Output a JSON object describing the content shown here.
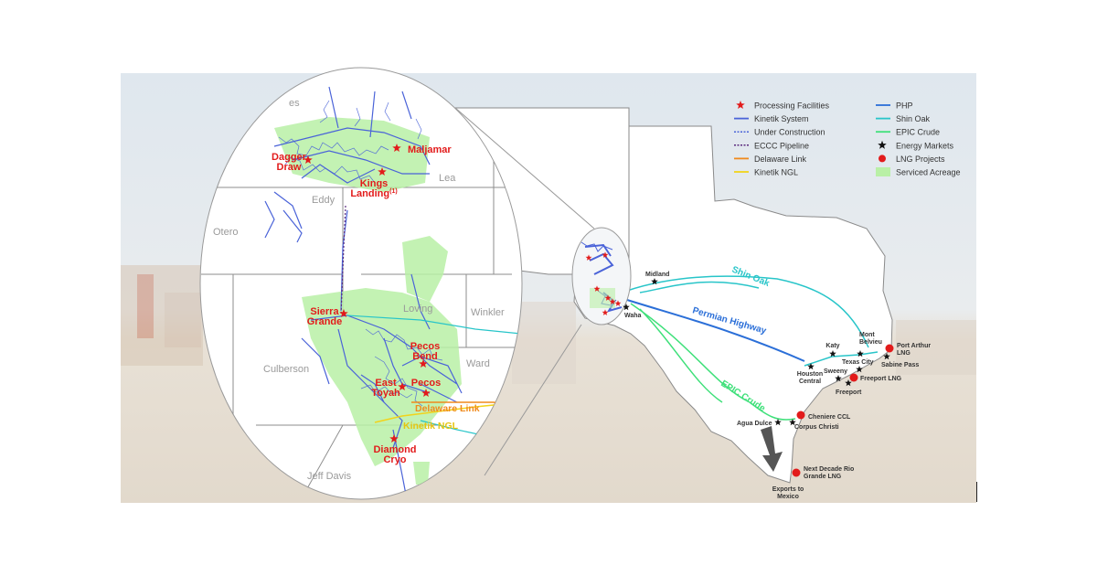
{
  "map": {
    "inset_facilities": [
      {
        "id": "maljamar",
        "label": "Maljamar"
      },
      {
        "id": "dagger-draw",
        "label": "Dagger\nDraw"
      },
      {
        "id": "kings-landing",
        "label": "Kings\nLanding",
        "sup": "(1)"
      },
      {
        "id": "sierra-grande",
        "label": "Sierra\nGrande"
      },
      {
        "id": "pecos-bend",
        "label": "Pecos\nBend"
      },
      {
        "id": "east-toyah",
        "label": "East\nToyah"
      },
      {
        "id": "pecos",
        "label": "Pecos"
      },
      {
        "id": "diamond-cryo",
        "label": "Diamond\nCryo"
      }
    ],
    "inset_line_labels": {
      "delaware_link": "Delaware Link",
      "kinetik_ngl": "Kinetik NGL"
    },
    "counties": [
      "Eddy",
      "Lea",
      "Otero",
      "Loving",
      "Winkler",
      "Culberson",
      "Ward",
      "Jeff Davis"
    ],
    "county_fragment": "es",
    "pipelines": [
      "Shin Oak",
      "Permian Highway",
      "EPIC Crude"
    ],
    "energy_markets": [
      "Midland",
      "Waha",
      "Katy",
      "Mont\nBelvieu",
      "Texas City",
      "Sabine Pass",
      "Houston\nCentral",
      "Sweeny",
      "Freeport",
      "Agua Dulce",
      "Corpus Christi"
    ],
    "lng_projects": [
      "Port Arthur\nLNG",
      "Freeport LNG",
      "Cheniere CCL",
      "Next Decade Rio\nGrande LNG"
    ],
    "export_label": "Exports to\nMexico"
  },
  "legend": {
    "items": [
      {
        "label": "Processing Facilities",
        "symbol": "red-star",
        "color": "#e21b1b"
      },
      {
        "label": "Kinetik System",
        "symbol": "line",
        "color": "#4a63d8"
      },
      {
        "label": "Under Construction",
        "symbol": "dotted",
        "color": "#4a63d8"
      },
      {
        "label": "ECCC Pipeline",
        "symbol": "dotted",
        "color": "#5b2a7e"
      },
      {
        "label": "Delaware Link",
        "symbol": "line",
        "color": "#f08a1c"
      },
      {
        "label": "Kinetik NGL",
        "symbol": "line",
        "color": "#f2d31b"
      },
      {
        "label": "PHP",
        "symbol": "line",
        "color": "#2b6fd8"
      },
      {
        "label": "Shin Oak",
        "symbol": "line",
        "color": "#28c5c9"
      },
      {
        "label": "EPIC Crude",
        "symbol": "line",
        "color": "#3fe07a"
      },
      {
        "label": "Energy Markets",
        "symbol": "black-star",
        "color": "#111111"
      },
      {
        "label": "LNG Projects",
        "symbol": "red-dot",
        "color": "#e21b1b"
      },
      {
        "label": "Serviced Acreage",
        "symbol": "fill",
        "color": "#b9f0a6"
      }
    ]
  },
  "colors": {
    "facility": "#e21b1b",
    "system": "#4a63d8",
    "acreage": "#b9f0a6",
    "red_arrow": "#e21b1b",
    "green_arrow": "#1fa84a",
    "gray_arrow": "#555555"
  }
}
